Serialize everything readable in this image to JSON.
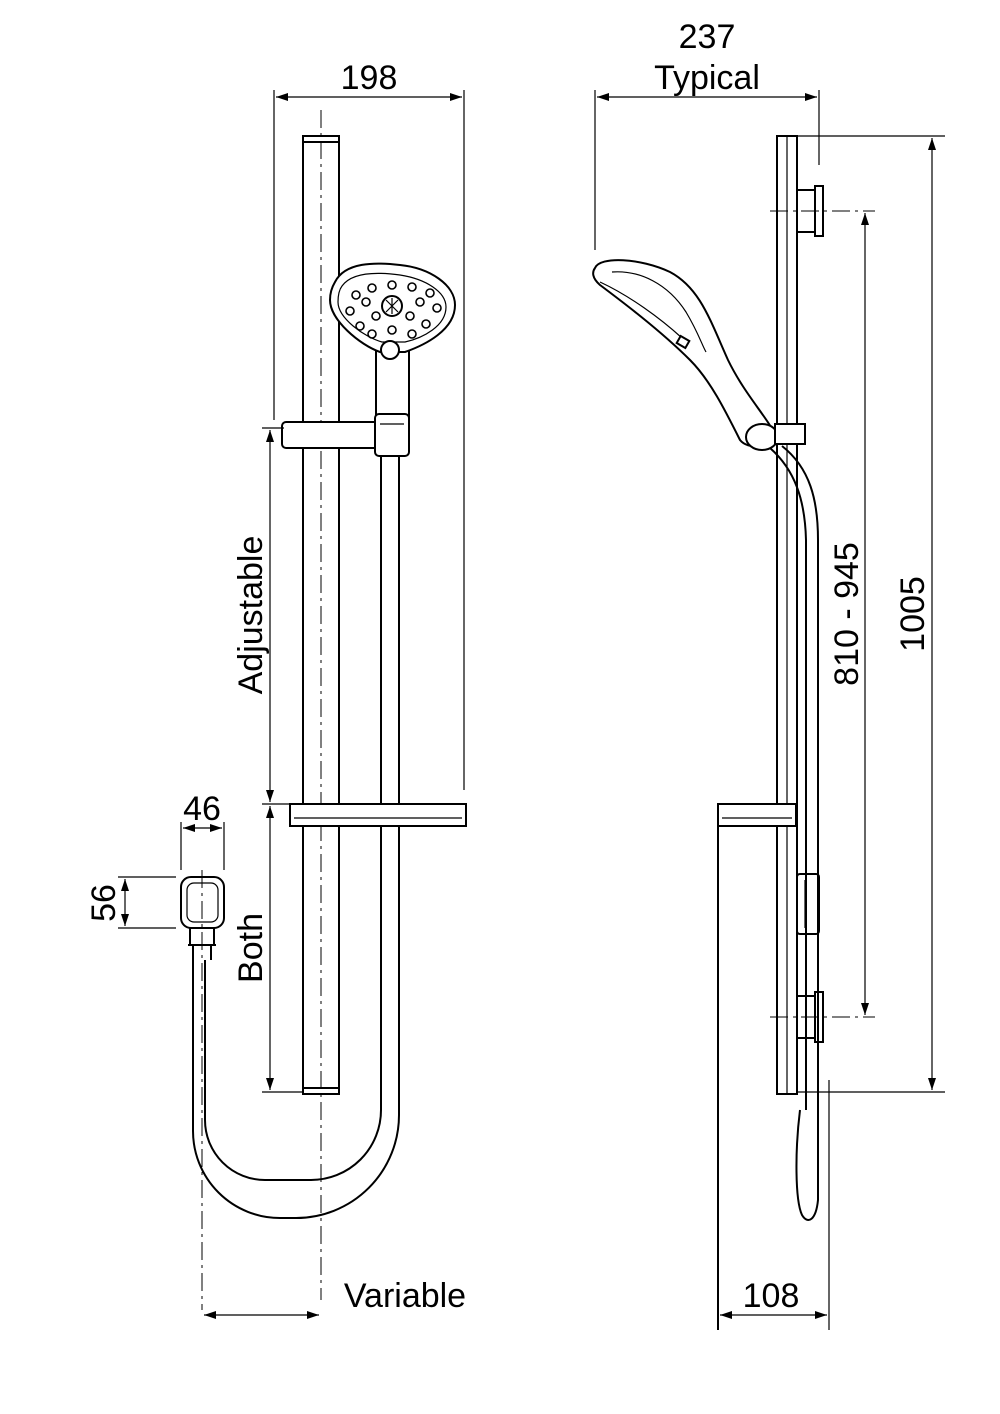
{
  "drawing": {
    "front_view": {
      "width_dim": "198",
      "adjustable_label": "Adjustable",
      "both_label": "Both",
      "elbow_width_dim": "46",
      "elbow_height_dim": "56",
      "variable_label": "Variable"
    },
    "side_view": {
      "depth_dim": "237",
      "depth_sub_label": "Typical",
      "bracket_span_dim": "810 - 945",
      "rail_length_dim": "1005",
      "base_depth_dim": "108"
    }
  }
}
